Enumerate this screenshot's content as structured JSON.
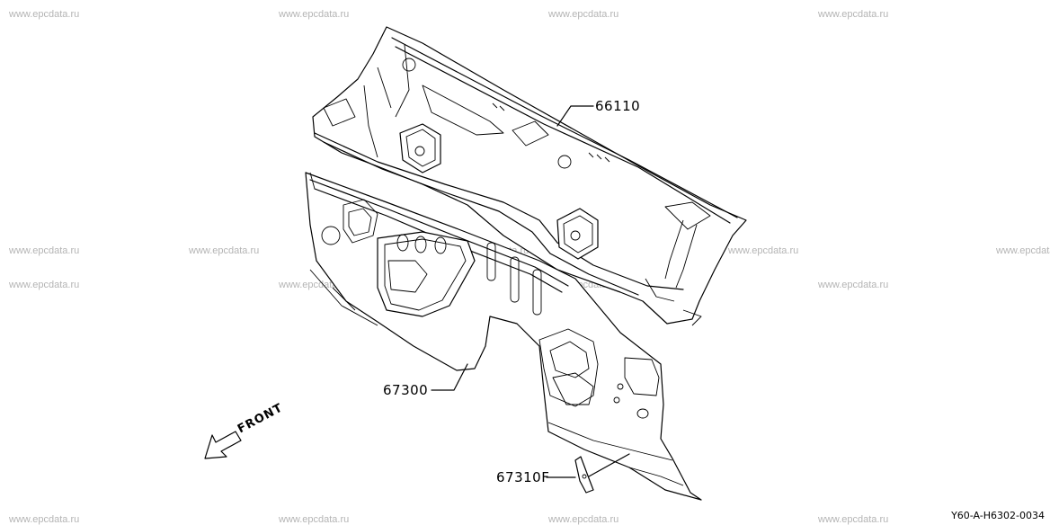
{
  "watermark": "www.epcdata.ru",
  "callouts": {
    "cowl_top": "66110",
    "dash_lower": "67300",
    "bracket": "67310F"
  },
  "front_label": "FRONT",
  "doc_code": "Y60-A-H6302-0034"
}
